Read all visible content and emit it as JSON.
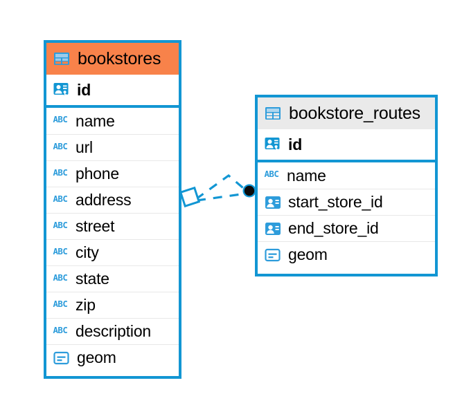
{
  "diagram": {
    "kind": "entity-relationship-diagram",
    "colors": {
      "edge_blue": "#1296D3",
      "selected_header_orange": "#F8824A",
      "header_gray": "#EAEAEA",
      "icon_blue": "#2D9CDB",
      "endpoint_dark": "#0B0B0B",
      "canvas_white": "#FFFFFF"
    },
    "entities": [
      {
        "name": "bookstores",
        "selected": true,
        "header_icon": "table-icon",
        "keys": [
          {
            "label": "id",
            "icon": "primary-key-icon",
            "type": "primary-key"
          }
        ],
        "columns": [
          {
            "label": "name",
            "icon": "text-type-icon",
            "type": "text"
          },
          {
            "label": "url",
            "icon": "text-type-icon",
            "type": "text"
          },
          {
            "label": "phone",
            "icon": "text-type-icon",
            "type": "text"
          },
          {
            "label": "address",
            "icon": "text-type-icon",
            "type": "text"
          },
          {
            "label": "street",
            "icon": "text-type-icon",
            "type": "text"
          },
          {
            "label": "city",
            "icon": "text-type-icon",
            "type": "text"
          },
          {
            "label": "state",
            "icon": "text-type-icon",
            "type": "text"
          },
          {
            "label": "zip",
            "icon": "text-type-icon",
            "type": "text"
          },
          {
            "label": "description",
            "icon": "text-type-icon",
            "type": "text"
          },
          {
            "label": "geom",
            "icon": "geometry-type-icon",
            "type": "geometry"
          }
        ]
      },
      {
        "name": "bookstore_routes",
        "selected": false,
        "header_icon": "table-icon",
        "keys": [
          {
            "label": "id",
            "icon": "primary-key-icon",
            "type": "primary-key"
          }
        ],
        "columns": [
          {
            "label": "name",
            "icon": "text-type-icon",
            "type": "text"
          },
          {
            "label": "start_store_id",
            "icon": "foreign-key-icon",
            "type": "foreign-key"
          },
          {
            "label": "end_store_id",
            "icon": "foreign-key-icon",
            "type": "foreign-key"
          },
          {
            "label": "geom",
            "icon": "geometry-type-icon",
            "type": "geometry"
          }
        ]
      }
    ],
    "relationship": {
      "from_entity": "bookstores",
      "to_entity": "bookstore_routes",
      "line_style": "dashed",
      "source_endpoint": "open-square",
      "target_endpoint": "filled-circle"
    }
  }
}
